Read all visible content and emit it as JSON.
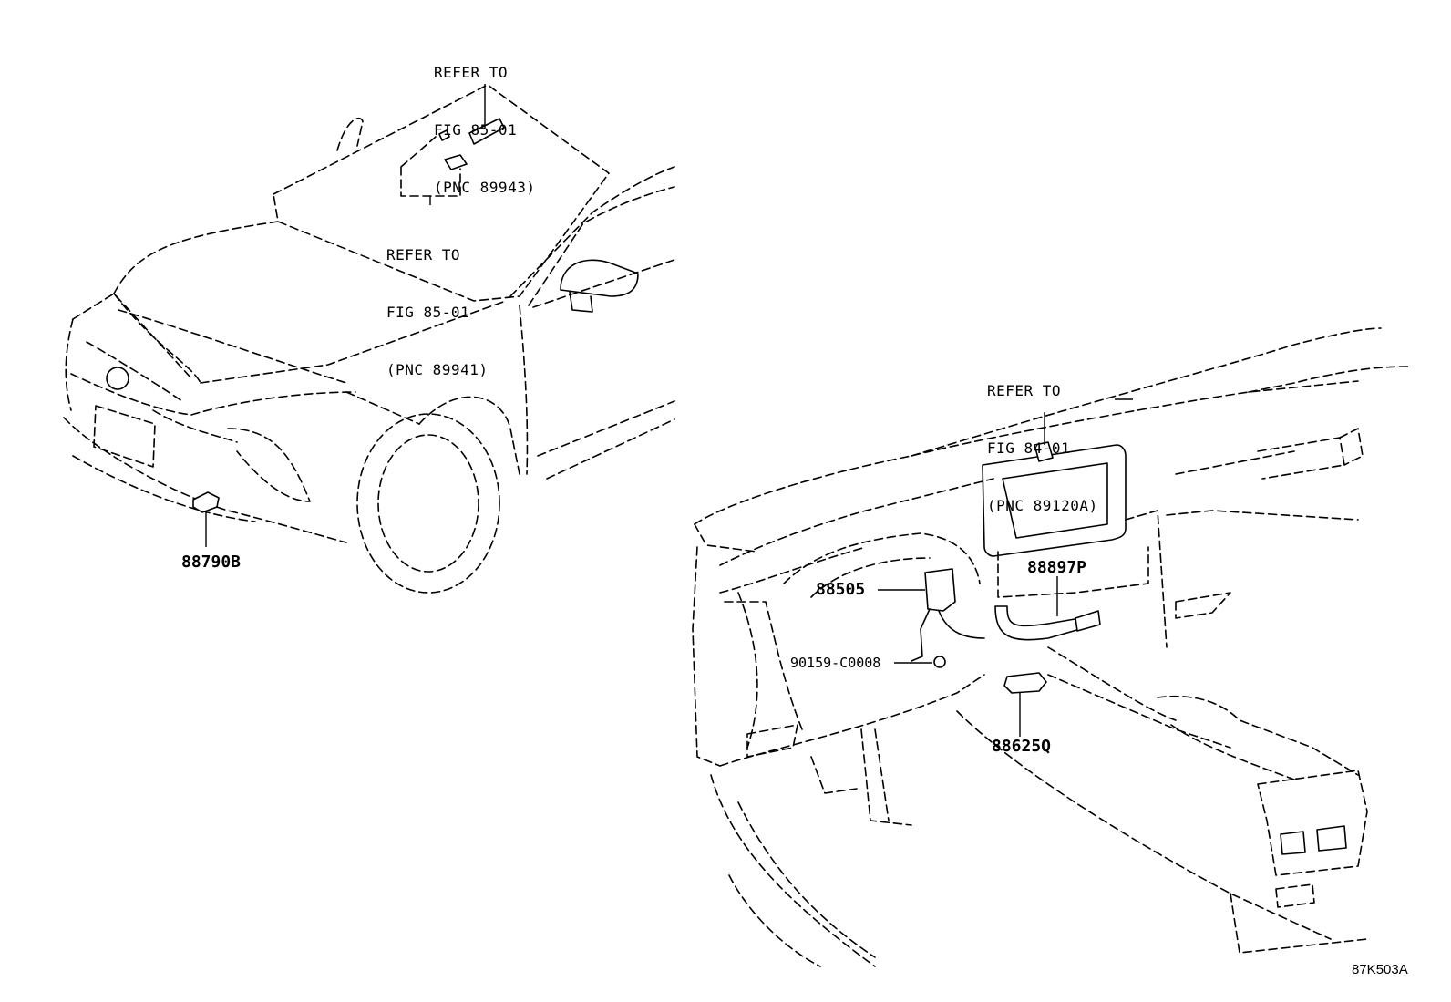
{
  "refs": {
    "top_89943": [
      "REFER TO",
      "FIG 85-01",
      "(PNC 89943)"
    ],
    "mid_89941": [
      "REFER TO",
      "FIG 85-01",
      "(PNC 89941)"
    ],
    "dash_89120a": [
      "REFER TO",
      "FIG 84-01",
      "(PNC 89120A)"
    ]
  },
  "parts": {
    "p88790b": "88790B",
    "p88505": "88505",
    "p88897p": "88897P",
    "p90159": "90159-C0008",
    "p88625q": "88625Q"
  },
  "figure_code": "87K503A"
}
